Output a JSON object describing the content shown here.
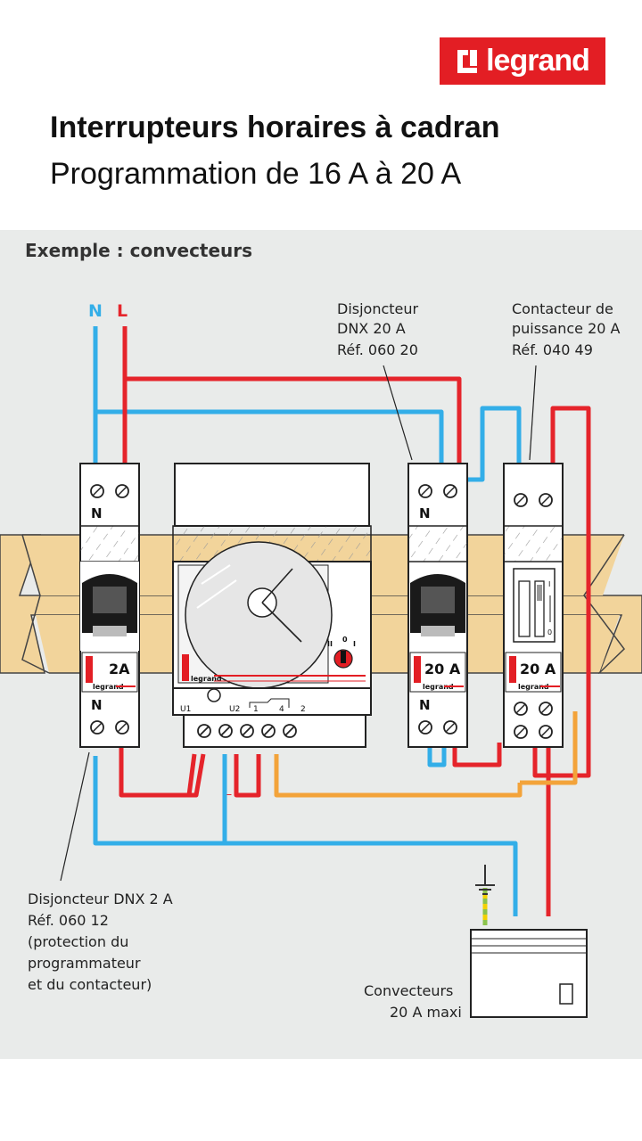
{
  "brand": {
    "logo_text": "legrand"
  },
  "header": {
    "title": "Interrupteurs horaires à cadran",
    "subtitle": "Programmation de 16 A à 20 A"
  },
  "diagram": {
    "example_label": "Exemple : convecteurs",
    "phase_labels": {
      "neutral": "N",
      "live": "L"
    },
    "callouts": {
      "breaker_20a": [
        "Disjoncteur",
        "DNX 20 A",
        "Réf. 060 20"
      ],
      "contactor": [
        "Contacteur de",
        "puissance 20 A",
        "Réf. 040 49"
      ],
      "breaker_2a": [
        "Disjoncteur DNX 2 A",
        "Réf. 060 12",
        "(protection du",
        "programmateur",
        "et du contacteur)"
      ],
      "convector": [
        "Convecteurs",
        "20 A maxi"
      ]
    },
    "modules": {
      "breaker_2a": {
        "top_terminal": "N",
        "rating": "2A",
        "bottom_terminal": "N",
        "brand": "legrand"
      },
      "timer": {
        "brand": "legrand",
        "terminals": [
          "U1",
          "U2",
          "1",
          "4",
          "2"
        ],
        "switch_marks": [
          "II",
          "0",
          "I"
        ]
      },
      "breaker_20a": {
        "top_terminal": "N",
        "rating": "20 A",
        "bottom_terminal": "N",
        "brand": "legrand"
      },
      "contactor": {
        "rating": "20 A",
        "brand": "legrand",
        "scale_marks": [
          "I",
          "0"
        ]
      }
    },
    "colors": {
      "neutral_wire": "#33aee8",
      "live_wire": "#e5242b",
      "control_wire": "#f3a33a",
      "earth_wire": "#8bc34a",
      "din_rail": "#f2d49b",
      "accent_red": "#e31e24",
      "panel_background": "#e9ebea"
    }
  }
}
